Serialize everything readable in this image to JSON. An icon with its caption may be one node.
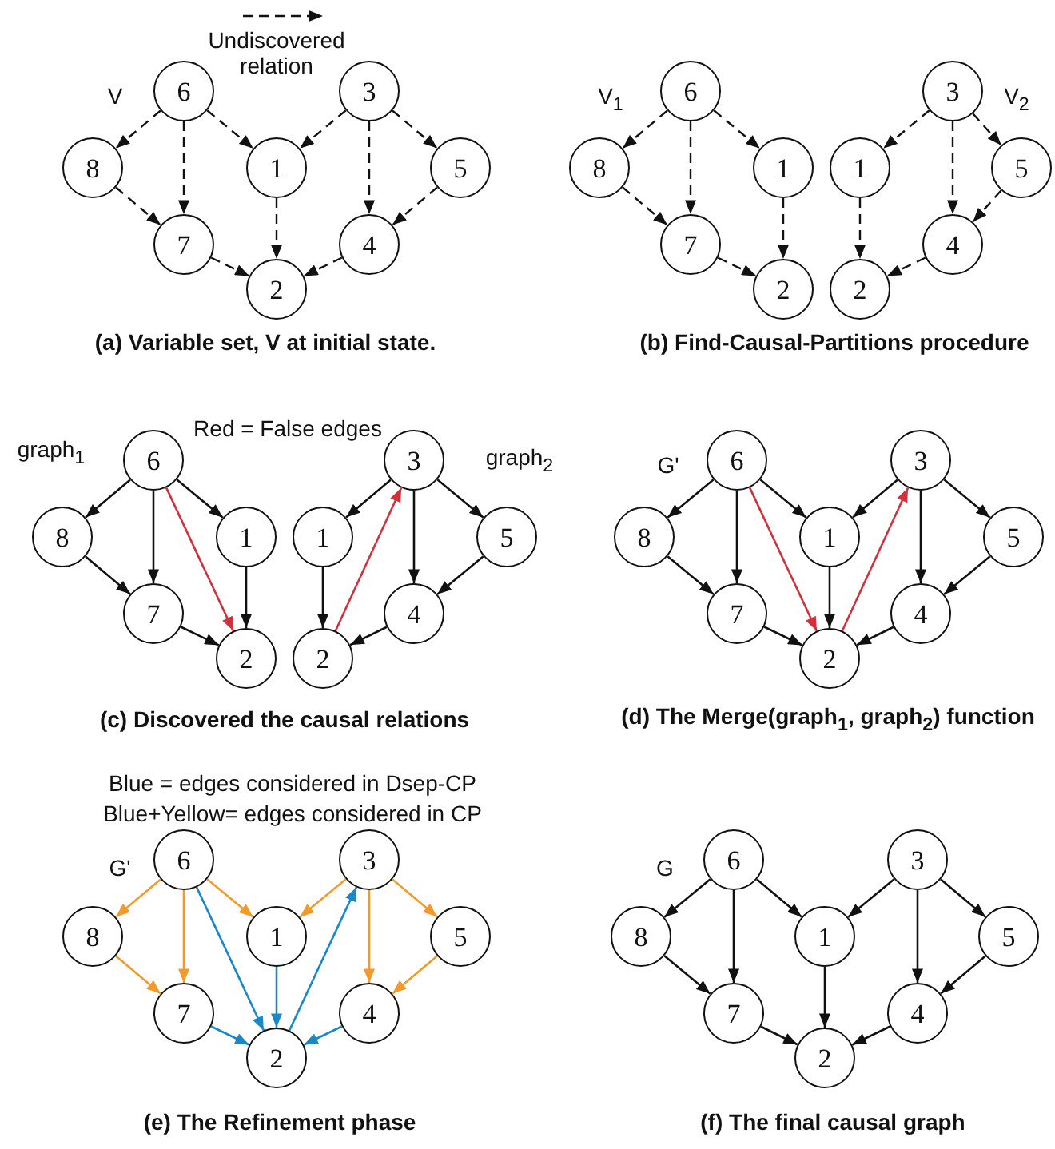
{
  "diagram": {
    "nodes": [
      {
        "text": [
          "6"
        ]
      },
      {
        "text": [
          "3"
        ]
      },
      {
        "text": [
          "8"
        ]
      },
      {
        "text": [
          "1"
        ]
      },
      {
        "text": [
          "5"
        ]
      },
      {
        "text": [
          "7"
        ]
      },
      {
        "text": [
          "4"
        ]
      },
      {
        "text": [
          "2"
        ]
      },
      {
        "text": [
          "6"
        ]
      },
      {
        "text": [
          "3"
        ]
      },
      {
        "text": [
          "8"
        ]
      },
      {
        "text": [
          "1"
        ]
      },
      {
        "text": [
          "1"
        ]
      },
      {
        "text": [
          "5"
        ]
      },
      {
        "text": [
          "7"
        ]
      },
      {
        "text": [
          "4"
        ]
      },
      {
        "text": [
          "2"
        ]
      },
      {
        "text": [
          "2"
        ]
      },
      {
        "text": [
          "6"
        ]
      },
      {
        "text": [
          "3"
        ]
      },
      {
        "text": [
          "8"
        ]
      },
      {
        "text": [
          "1"
        ]
      },
      {
        "text": [
          "1"
        ]
      },
      {
        "text": [
          "5"
        ]
      },
      {
        "text": [
          "7"
        ]
      },
      {
        "text": [
          "4"
        ]
      },
      {
        "text": [
          "2"
        ]
      },
      {
        "text": [
          "2"
        ]
      },
      {
        "text": [
          "6"
        ]
      },
      {
        "text": [
          "3"
        ]
      },
      {
        "text": [
          "8"
        ]
      },
      {
        "text": [
          "1"
        ]
      },
      {
        "text": [
          "5"
        ]
      },
      {
        "text": [
          "7"
        ]
      },
      {
        "text": [
          "4"
        ]
      },
      {
        "text": [
          "2"
        ]
      },
      {
        "text": [
          "6"
        ]
      },
      {
        "text": [
          "3"
        ]
      },
      {
        "text": [
          "8"
        ]
      },
      {
        "text": [
          "1"
        ]
      },
      {
        "text": [
          "5"
        ]
      },
      {
        "text": [
          "7"
        ]
      },
      {
        "text": [
          "4"
        ]
      },
      {
        "text": [
          "2"
        ]
      },
      {
        "text": [
          "6"
        ]
      },
      {
        "text": [
          "3"
        ]
      },
      {
        "text": [
          "8"
        ]
      },
      {
        "text": [
          "1"
        ]
      },
      {
        "text": [
          "5"
        ]
      },
      {
        "text": [
          "7"
        ]
      },
      {
        "text": [
          "4"
        ]
      },
      {
        "text": [
          "2"
        ]
      }
    ],
    "edges": [
      {
        "from": 0,
        "to": 2,
        "arrow": "to",
        "style": "dashed"
      },
      {
        "from": 0,
        "to": 5,
        "arrow": "to",
        "style": "dashed"
      },
      {
        "from": 0,
        "to": 3,
        "arrow": "to",
        "style": "dashed"
      },
      {
        "from": 1,
        "to": 3,
        "arrow": "to",
        "style": "dashed"
      },
      {
        "from": 1,
        "to": 6,
        "arrow": "to",
        "style": "dashed"
      },
      {
        "from": 1,
        "to": 4,
        "arrow": "to",
        "style": "dashed"
      },
      {
        "from": 2,
        "to": 5,
        "arrow": "to",
        "style": "dashed"
      },
      {
        "from": 3,
        "to": 7,
        "arrow": "to",
        "style": "dashed"
      },
      {
        "from": 4,
        "to": 6,
        "arrow": "to",
        "style": "dashed"
      },
      {
        "from": 5,
        "to": 7,
        "arrow": "to",
        "style": "dashed"
      },
      {
        "from": 6,
        "to": 7,
        "arrow": "to",
        "style": "dashed"
      },
      {
        "from": 8,
        "to": 10,
        "arrow": "to",
        "style": "dashed"
      },
      {
        "from": 8,
        "to": 14,
        "arrow": "to",
        "style": "dashed"
      },
      {
        "from": 8,
        "to": 11,
        "arrow": "to",
        "style": "dashed"
      },
      {
        "from": 10,
        "to": 14,
        "arrow": "to",
        "style": "dashed"
      },
      {
        "from": 11,
        "to": 16,
        "arrow": "to",
        "style": "dashed"
      },
      {
        "from": 14,
        "to": 16,
        "arrow": "to",
        "style": "dashed"
      },
      {
        "from": 9,
        "to": 12,
        "arrow": "to",
        "style": "dashed"
      },
      {
        "from": 9,
        "to": 15,
        "arrow": "to",
        "style": "dashed"
      },
      {
        "from": 9,
        "to": 13,
        "arrow": "to",
        "style": "dashed"
      },
      {
        "from": 13,
        "to": 15,
        "arrow": "to",
        "style": "dashed"
      },
      {
        "from": 12,
        "to": 17,
        "arrow": "to",
        "style": "dashed"
      },
      {
        "from": 15,
        "to": 17,
        "arrow": "to",
        "style": "dashed"
      },
      {
        "from": 18,
        "to": 20,
        "arrow": "to"
      },
      {
        "from": 18,
        "to": 24,
        "arrow": "to"
      },
      {
        "from": 18,
        "to": 21,
        "arrow": "to"
      },
      {
        "from": 18,
        "to": 26,
        "arrow": "to",
        "color": "#d0313d"
      },
      {
        "from": 20,
        "to": 24,
        "arrow": "to"
      },
      {
        "from": 21,
        "to": 26,
        "arrow": "to"
      },
      {
        "from": 24,
        "to": 26,
        "arrow": "to"
      },
      {
        "from": 19,
        "to": 22,
        "arrow": "to"
      },
      {
        "from": 19,
        "to": 25,
        "arrow": "to"
      },
      {
        "from": 19,
        "to": 23,
        "arrow": "to"
      },
      {
        "from": 27,
        "to": 19,
        "arrow": "to",
        "color": "#d0313d"
      },
      {
        "from": 22,
        "to": 27,
        "arrow": "to"
      },
      {
        "from": 23,
        "to": 25,
        "arrow": "to"
      },
      {
        "from": 25,
        "to": 27,
        "arrow": "to"
      },
      {
        "from": 28,
        "to": 30,
        "arrow": "to"
      },
      {
        "from": 28,
        "to": 33,
        "arrow": "to"
      },
      {
        "from": 28,
        "to": 31,
        "arrow": "to"
      },
      {
        "from": 28,
        "to": 35,
        "arrow": "to",
        "color": "#d0313d"
      },
      {
        "from": 30,
        "to": 33,
        "arrow": "to"
      },
      {
        "from": 33,
        "to": 35,
        "arrow": "to"
      },
      {
        "from": 31,
        "to": 35,
        "arrow": "to"
      },
      {
        "from": 29,
        "to": 31,
        "arrow": "to"
      },
      {
        "from": 29,
        "to": 34,
        "arrow": "to"
      },
      {
        "from": 29,
        "to": 32,
        "arrow": "to"
      },
      {
        "from": 35,
        "to": 29,
        "arrow": "to",
        "color": "#d0313d"
      },
      {
        "from": 32,
        "to": 34,
        "arrow": "to"
      },
      {
        "from": 34,
        "to": 35,
        "arrow": "to"
      },
      {
        "from": 36,
        "to": 38,
        "arrow": "to",
        "color": "#f39a2b"
      },
      {
        "from": 36,
        "to": 41,
        "arrow": "to",
        "color": "#f39a2b"
      },
      {
        "from": 36,
        "to": 39,
        "arrow": "to",
        "color": "#f39a2b"
      },
      {
        "from": 36,
        "to": 43,
        "arrow": "to",
        "color": "#1b87c9"
      },
      {
        "from": 38,
        "to": 41,
        "arrow": "to",
        "color": "#f39a2b"
      },
      {
        "from": 41,
        "to": 43,
        "arrow": "to",
        "color": "#1b87c9"
      },
      {
        "from": 39,
        "to": 43,
        "arrow": "to",
        "color": "#1b87c9"
      },
      {
        "from": 37,
        "to": 39,
        "arrow": "to",
        "color": "#f39a2b"
      },
      {
        "from": 37,
        "to": 42,
        "arrow": "to",
        "color": "#f39a2b"
      },
      {
        "from": 37,
        "to": 40,
        "arrow": "to",
        "color": "#f39a2b"
      },
      {
        "from": 43,
        "to": 37,
        "arrow": "to",
        "color": "#1b87c9"
      },
      {
        "from": 40,
        "to": 42,
        "arrow": "to",
        "color": "#f39a2b"
      },
      {
        "from": 42,
        "to": 43,
        "arrow": "to",
        "color": "#1b87c9"
      },
      {
        "from": 44,
        "to": 46,
        "arrow": "to"
      },
      {
        "from": 44,
        "to": 49,
        "arrow": "to"
      },
      {
        "from": 44,
        "to": 47,
        "arrow": "to"
      },
      {
        "from": 46,
        "to": 49,
        "arrow": "to"
      },
      {
        "from": 49,
        "to": 51,
        "arrow": "to"
      },
      {
        "from": 47,
        "to": 51,
        "arrow": "to"
      },
      {
        "from": 45,
        "to": 47,
        "arrow": "to"
      },
      {
        "from": 45,
        "to": 50,
        "arrow": "to"
      },
      {
        "from": 45,
        "to": 48,
        "arrow": "to"
      },
      {
        "from": 48,
        "to": 50,
        "arrow": "to"
      },
      {
        "from": 50,
        "to": 51,
        "arrow": "to"
      }
    ],
    "labels": [
      "V",
      "V$_{1}$",
      "V$_{2}$",
      "(a) Variable set, V at initial state.",
      "(b) Find-Causal-Partitions procedure",
      "Red = False edges",
      "graph$_{1}$",
      "graph$_{2}$",
      "G'",
      "(c) Discovered the causal relations",
      "(d) The Merge(graph$_{1}$, graph$_{2}$) function",
      "Blue = edges considered in Dsep-CP",
      "Blue+Yellow= edges considered in CP",
      "G'",
      "G",
      "(e) The Refinement phase",
      "(f) The final causal graph"
    ],
    "legend": [
      {
        "text": "Undiscovered relation"
      }
    ]
  }
}
